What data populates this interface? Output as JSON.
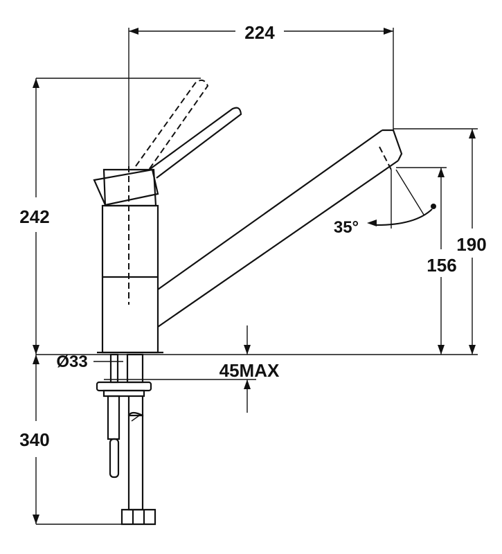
{
  "dimensions": {
    "spout_reach": "224",
    "total_height": "242",
    "spout_height": "190",
    "outlet_height": "156",
    "swivel_angle": "35°",
    "base_diameter": "Ø33",
    "max_deck_thickness": "45MAX",
    "hose_length": "340"
  }
}
